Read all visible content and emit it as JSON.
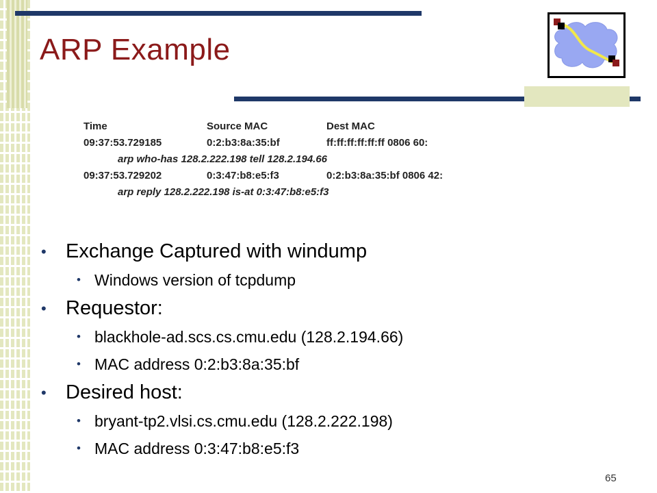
{
  "slide": {
    "title": "ARP Example",
    "page_number": "65"
  },
  "logo": {
    "icon": "network-cloud-icon",
    "cloud_color": "#99a8f2",
    "line_color": "#f2e84a",
    "node_color": "#8b1a1a"
  },
  "trace": {
    "header": {
      "time": "Time",
      "source": "Source MAC",
      "dest": "Dest MAC"
    },
    "lines": [
      {
        "time": "09:37:53.729185",
        "source": "0:2:b3:8a:35:bf",
        "rest": "ff:ff:ff:ff:ff:ff 0806 60:"
      },
      {
        "continuation": "arp who-has 128.2.222.198 tell 128.2.194.66"
      },
      {
        "time": "09:37:53.729202",
        "source": "0:3:47:b8:e5:f3",
        "rest": "0:2:b3:8a:35:bf 0806 42:"
      },
      {
        "continuation": "arp reply 128.2.222.198 is-at 0:3:47:b8:e5:f3"
      }
    ]
  },
  "bullets": [
    {
      "text": "Exchange Captured with windump",
      "sub": [
        "Windows version of tcpdump"
      ]
    },
    {
      "text": "Requestor:",
      "sub": [
        "blackhole-ad.scs.cs.cmu.edu (128.2.194.66)",
        "MAC address 0:2:b3:8a:35:bf"
      ]
    },
    {
      "text": "Desired host:",
      "sub": [
        "bryant-tp2.vlsi.cs.cmu.edu (128.2.222.198)",
        "MAC address 0:3:47:b8:e5:f3"
      ]
    }
  ],
  "colors": {
    "title": "#8b1a1a",
    "rule": "#1f3868",
    "band": "#e3e7bf"
  }
}
